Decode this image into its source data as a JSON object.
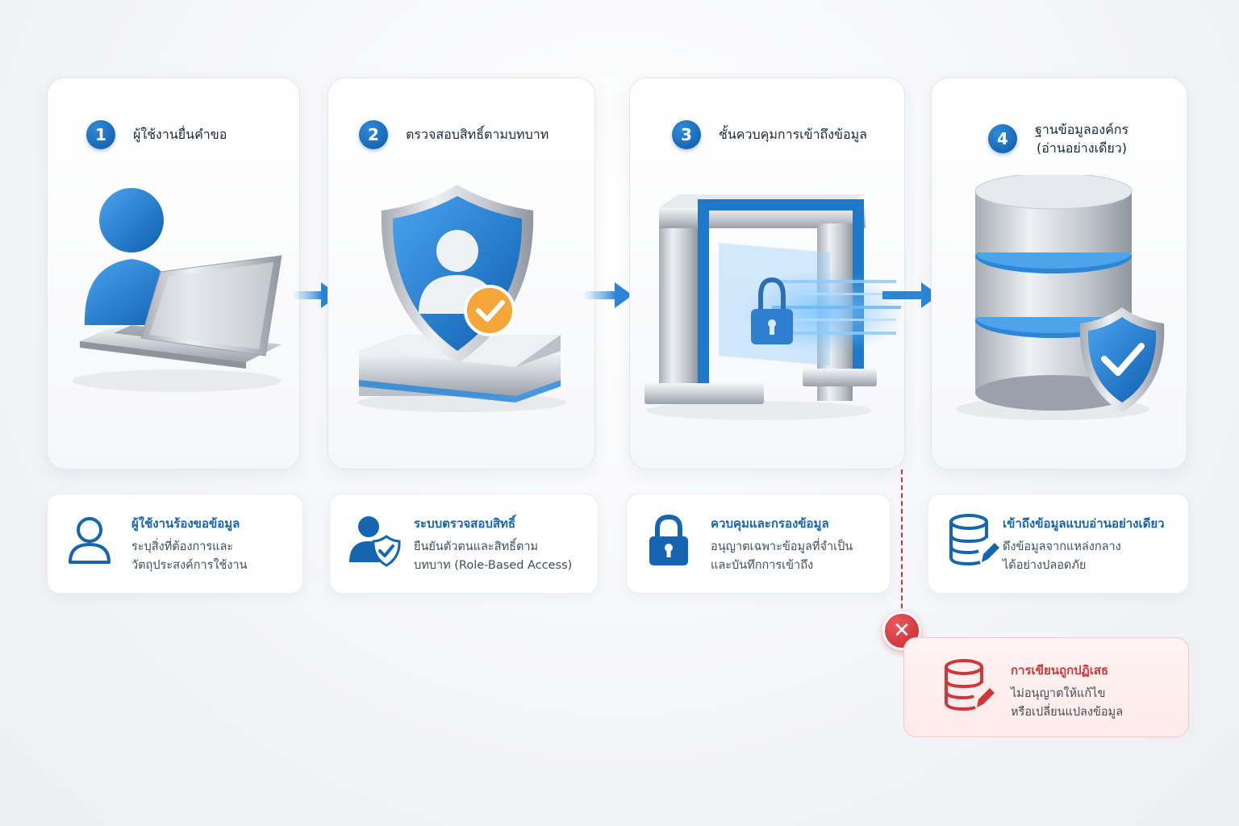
{
  "steps": [
    {
      "number": "1",
      "title": "ผู้ใช้งานยื่นคำขอ"
    },
    {
      "number": "2",
      "title": "ตรวจสอบสิทธิ์ตามบทบาท"
    },
    {
      "number": "3",
      "title": "ชั้นควบคุมการเข้าถึงข้อมูล"
    },
    {
      "number": "4",
      "title": "ฐานข้อมูลองค์กร",
      "title_line2": "(อ่านอย่างเดียว)"
    }
  ],
  "info": [
    {
      "title": "ผู้ใช้งานร้องขอข้อมูล",
      "line1": "ระบุสิ่งที่ต้องการและ",
      "line2": "วัตถุประสงค์การใช้งาน",
      "icon": "user-outline-icon"
    },
    {
      "title": "ระบบตรวจสอบสิทธิ์",
      "line1": "ยืนยันตัวตนและสิทธิ์ตาม",
      "line2": "บทบาท (Role-Based Access)",
      "icon": "user-shield-check-icon"
    },
    {
      "title": "ควบคุมและกรองข้อมูล",
      "line1": "อนุญาตเฉพาะข้อมูลที่จำเป็น",
      "line2": "และบันทึกการเข้าถึง",
      "icon": "padlock-icon"
    },
    {
      "title": "เข้าถึงข้อมูลแบบอ่านอย่างเดียว",
      "line1": "ดึงข้อมูลจากแหล่งกลาง",
      "line2": "ได้อย่างปลอดภัย",
      "icon": "database-pencil-icon"
    }
  ],
  "denied": {
    "title": "การเขียนถูกปฏิเสธ",
    "line1": "ไม่อนุญาตให้แก้ไข",
    "line2": "หรือเปลี่ยนแปลงข้อมูล",
    "icon": "database-pencil-icon",
    "mark": "✕"
  },
  "colors": {
    "brand_blue": "#1565b0",
    "deny_red": "#d0373b"
  }
}
